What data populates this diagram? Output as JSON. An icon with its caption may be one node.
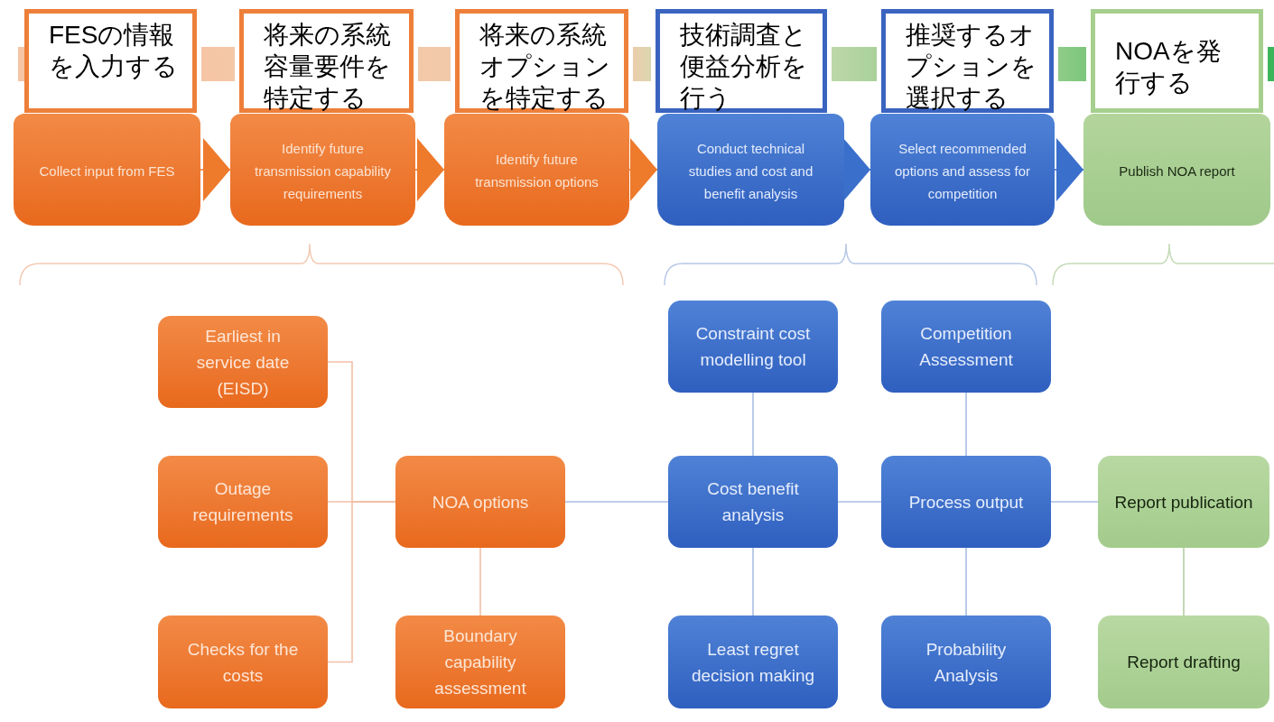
{
  "diagram": {
    "nodes": [
      {
        "text": [
          "Collect input from FES"
        ]
      },
      {
        "text": [
          "Identify future transmission capability requirements"
        ]
      },
      {
        "text": [
          "Identify future transmission options"
        ]
      },
      {
        "text": [
          "Conduct technical studies and cost and benefit analysis"
        ]
      },
      {
        "text": [
          "Select recommended options and assess for competition"
        ]
      },
      {
        "text": [
          "Publish NOA report"
        ]
      },
      {
        "text": [
          "FESの情報を入力する"
        ]
      },
      {
        "text": [
          "将来の系統容量要件を特定する"
        ]
      },
      {
        "text": [
          "将来の系統オプションを特定する"
        ]
      },
      {
        "text": [
          "技術調査と便益分析を行う"
        ]
      },
      {
        "text": [
          "推奨するオプションを選択する"
        ]
      },
      {
        "text": [
          "NOAを発行する"
        ]
      },
      {
        "text": [
          "Earliest in service date (EISD)"
        ]
      },
      {
        "text": [
          "Outage requirements"
        ]
      },
      {
        "text": [
          "Checks for the costs"
        ]
      },
      {
        "text": [
          "NOA options"
        ]
      },
      {
        "text": [
          "Boundary capability assessment"
        ]
      },
      {
        "text": [
          "Constraint cost modelling tool"
        ]
      },
      {
        "text": [
          "Cost benefit analysis"
        ]
      },
      {
        "text": [
          "Least regret decision making"
        ]
      },
      {
        "text": [
          "Competition Assessment"
        ]
      },
      {
        "text": [
          "Process output"
        ]
      },
      {
        "text": [
          "Probability Analysis"
        ]
      },
      {
        "text": [
          "Report publication"
        ]
      },
      {
        "text": [
          "Report drafting"
        ]
      },
      {
        "text": [],
        "shape": "bar"
      },
      {
        "text": [],
        "shape": "bar"
      },
      {
        "text": [],
        "shape": "bar"
      },
      {
        "text": [],
        "shape": "bar"
      },
      {
        "text": [],
        "shape": "bar"
      },
      {
        "text": [],
        "shape": "bar"
      },
      {
        "text": [],
        "shape": "bar"
      }
    ],
    "edges": [
      {
        "from": 0,
        "to": 1,
        "arrow": "to",
        "color": "#ee7a2c"
      },
      {
        "from": 1,
        "to": 2,
        "arrow": "to",
        "color": "#ee7a2c"
      },
      {
        "from": 2,
        "to": 3,
        "arrow": "to",
        "color": "#ee7a2c"
      },
      {
        "from": 3,
        "to": 4,
        "arrow": "to",
        "color": "#3a6fcc"
      },
      {
        "from": 4,
        "to": 5,
        "arrow": "to",
        "color": "#3a6fcc"
      },
      {
        "from": 12,
        "to": 15,
        "arrow": "none",
        "color": "#f2bfa6"
      },
      {
        "from": 13,
        "to": 15,
        "arrow": "none",
        "color": "#f2bfa6"
      },
      {
        "from": 14,
        "to": 15,
        "arrow": "none",
        "color": "#f2bfa6"
      },
      {
        "from": 15,
        "to": 16,
        "arrow": "none",
        "color": "#f2bfa6"
      },
      {
        "from": 15,
        "to": 18,
        "arrow": "none"
      },
      {
        "from": 17,
        "to": 18,
        "arrow": "none"
      },
      {
        "from": 18,
        "to": 19,
        "arrow": "none"
      },
      {
        "from": 18,
        "to": 21,
        "arrow": "none"
      },
      {
        "from": 20,
        "to": 21,
        "arrow": "none"
      },
      {
        "from": 21,
        "to": 22,
        "arrow": "none"
      },
      {
        "from": 21,
        "to": 23,
        "arrow": "none"
      },
      {
        "from": 23,
        "to": 24,
        "arrow": "none",
        "color": "#b5cfa6"
      }
    ]
  }
}
